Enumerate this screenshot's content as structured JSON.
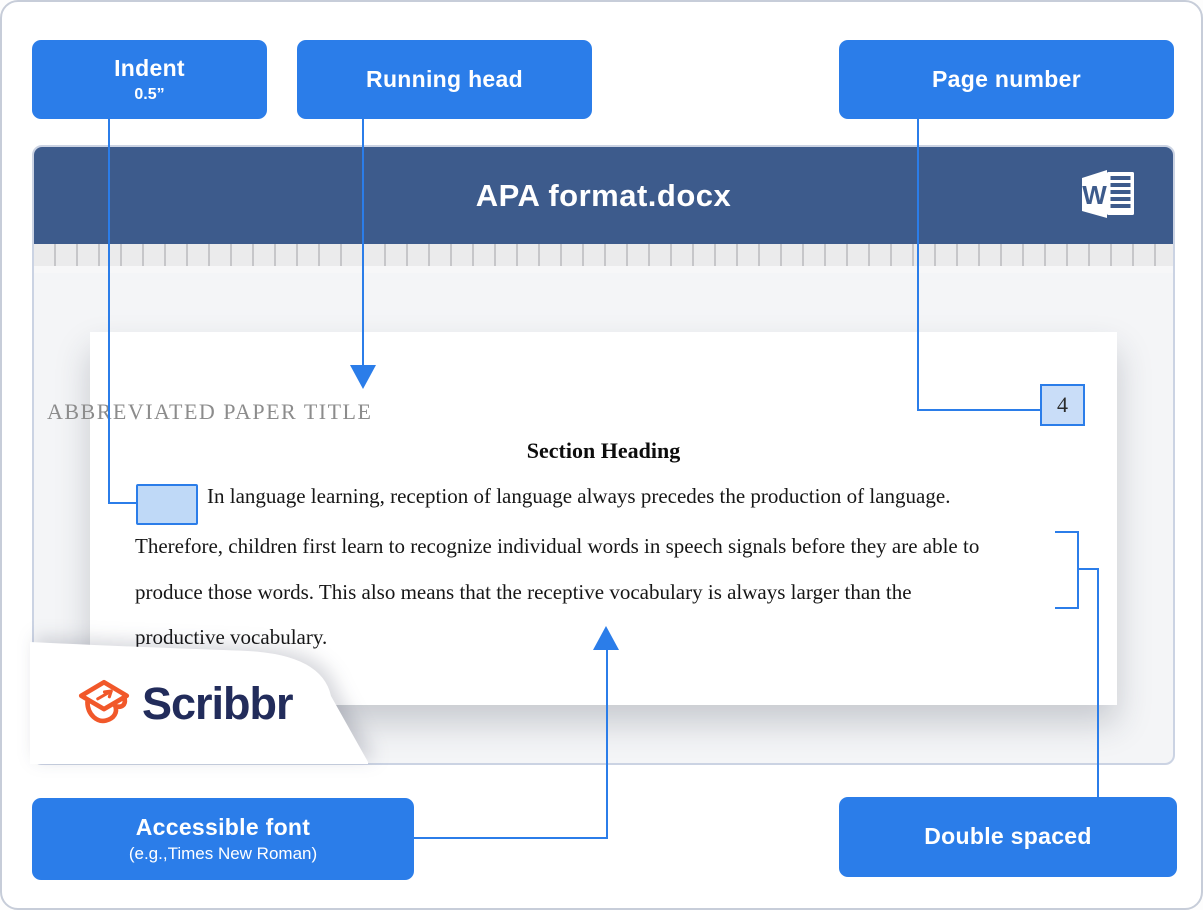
{
  "labels": {
    "indent": {
      "title": "Indent",
      "subtitle": "0.5”"
    },
    "running_head": "Running head",
    "page_number": "Page number",
    "accessible_font": {
      "title": "Accessible font",
      "subtitle": "(e.g.,Times New Roman)"
    },
    "double_spaced": "Double spaced"
  },
  "window": {
    "title": "APA format.docx",
    "app_icon": "word-icon"
  },
  "document": {
    "running_head": "ABBREVIATED PAPER TITLE",
    "page_number": "4",
    "section_heading": "Section Heading",
    "paragraph_lines": [
      "In language learning, reception of language always precedes the production of language.",
      "Therefore, children first learn to recognize individual words in speech signals before they are able to",
      "produce those words. This also means that the receptive vocabulary is always larger than the",
      "productive vocabulary."
    ]
  },
  "logo": {
    "text": "Scribbr",
    "icon": "scribbr-graduation-cap-icon"
  },
  "colors": {
    "accent": "#2b7de9",
    "titlebar": "#3d5b8c",
    "logo_orange": "#f1582a",
    "logo_navy": "#222c5b",
    "highlight_fill": "#bfd9f7"
  }
}
